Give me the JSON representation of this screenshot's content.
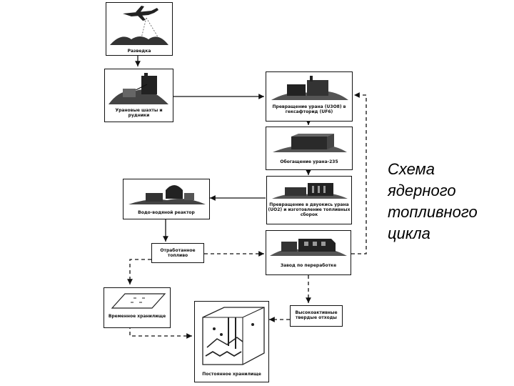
{
  "title_lines": [
    "Схема",
    "ядерного",
    "топливного",
    "цикла"
  ],
  "nodes": {
    "exploration": "Разведка",
    "mines": "Урановые шахты и рудники",
    "conversion": "Превращение урана (U3O8) в гексафторид (UF6)",
    "enrichment": "Обогащение урана-235",
    "fuel_fabrication": "Превращение в двуокись урана (UO2) и изготовление топливных сборок",
    "reactor": "Водо-водяной реактор",
    "spent_fuel": "Отработанное топливо",
    "reprocessing": "Завод по переработке",
    "temporary_storage": "Временное хранилище",
    "hlw": "Высокоактивные твердые отходы",
    "permanent_storage": "Постоянное хранилище"
  }
}
